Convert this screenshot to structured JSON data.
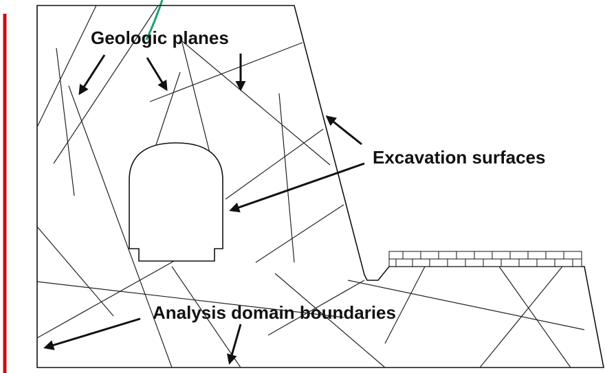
{
  "labels": {
    "geologic_planes": "Geologic planes",
    "excavation_surfaces": "Excavation surfaces",
    "analysis_domain_boundaries": "Analysis domain boundaries"
  },
  "colors": {
    "line": "#111111",
    "left_rule": "#cc1111",
    "top_accent": "#1aa36b",
    "background": "#ffffff"
  },
  "icons": [
    "arrow",
    "brick-wall"
  ]
}
